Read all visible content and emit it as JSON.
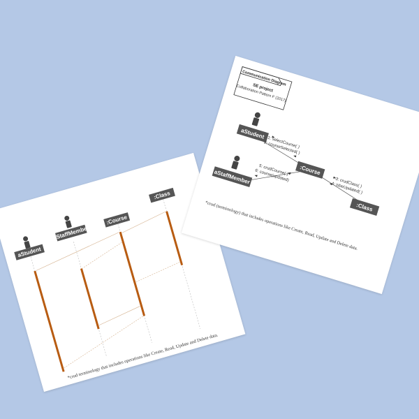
{
  "background": "#b4c8e6",
  "node_color": "#555555",
  "lifeline_color": "#b85c12",
  "communication": {
    "frame_title": "Communication Diagram",
    "project_title": "SE project",
    "project_subtitle": "Collaboration Pattern F (2017)",
    "nodes": {
      "student": "aStudent",
      "course": ":Course",
      "staff": "aStaffMember",
      "class": ":Class"
    },
    "messages": {
      "m1": "1: selectCourse( )",
      "m2": "2: courseSelected( )",
      "m3": "3: crudClass( )",
      "m4": "4: isbeUpdated( )",
      "m5": "5: crudCourse( )",
      "m6": "6: course(updated)"
    },
    "note": "*crud (terminology) that includes operations like Create, Read, Update and Delete data."
  },
  "sequence": {
    "lifelines": {
      "student": "aStudent",
      "staff": "aStaffMember",
      "course": ":Course",
      "class": ":Class"
    },
    "note": "*crud terminology that includes operations like Create, Read, Update and Delete data."
  }
}
